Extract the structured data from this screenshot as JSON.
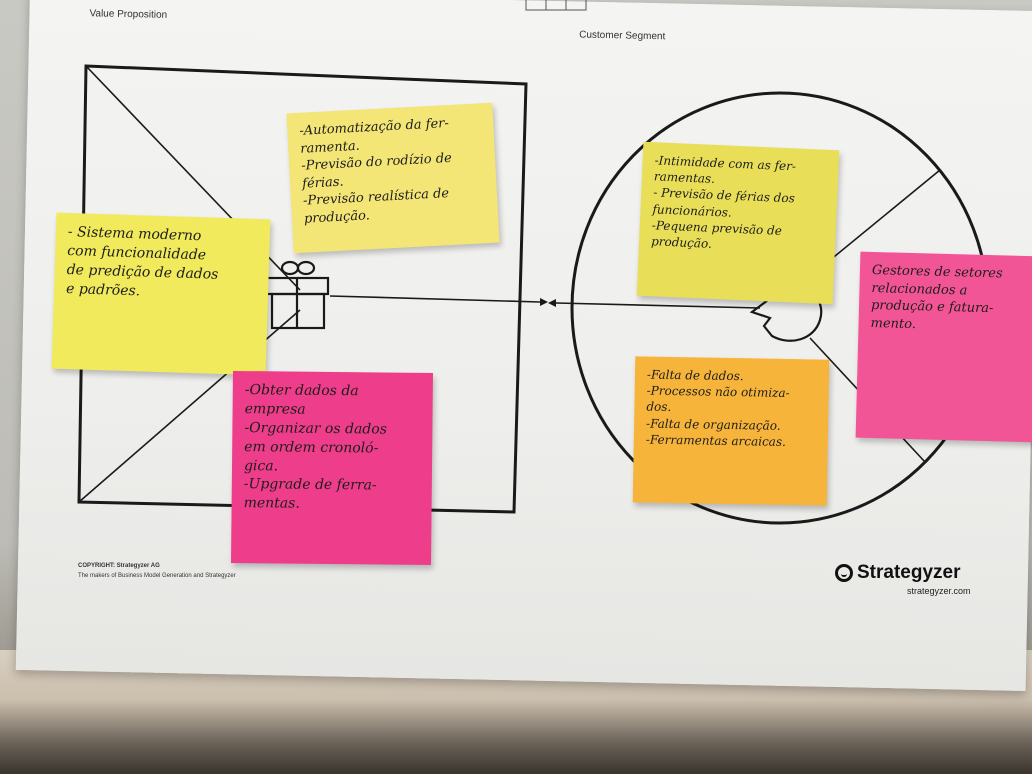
{
  "canvas": {
    "value_proposition_label": "Value Proposition",
    "customer_segment_label": "Customer Segment",
    "copyright_line1": "COPYRIGHT: Strategyzer AG",
    "copyright_line2": "The makers of Business Model Generation and Strategyzer",
    "brand_name": "Strategyzer",
    "brand_url": "strategyzer.com"
  },
  "notes": {
    "n1": [
      "-Automatização da fer-",
      "ramenta.",
      "-Previsão do rodízio de",
      "férias.",
      "-Previsão realística de",
      "produção."
    ],
    "n2": [
      "- Sistema moderno",
      "com funcionalidade",
      "de predição de dados",
      "e padrões."
    ],
    "n3": [
      "-Obter dados da",
      "empresa",
      "-Organizar os dados",
      "em ordem cronoló-",
      "gica.",
      "-Upgrade de ferra-",
      "mentas."
    ],
    "n4": [
      "-Intimidade com as fer-",
      "ramentas.",
      "- Previsão de férias dos",
      "funcionários.",
      "-Pequena previsão de",
      "produção."
    ],
    "n5": [
      "Gestores de setores",
      "relacionados a",
      "produção e fatura-",
      "mento."
    ],
    "n6": [
      "-Falta de dados.",
      "-Processos não otimiza-",
      "dos.",
      "-Falta de organização.",
      "-Ferramentas arcaicas."
    ]
  },
  "colors": {
    "yellow": "#f1ea5c",
    "pink": "#ee3d8a",
    "orange": "#f7b43a"
  },
  "icons": {
    "gift": "gift-icon",
    "customer_face": "customer-face-icon",
    "arrow": "double-arrow"
  }
}
